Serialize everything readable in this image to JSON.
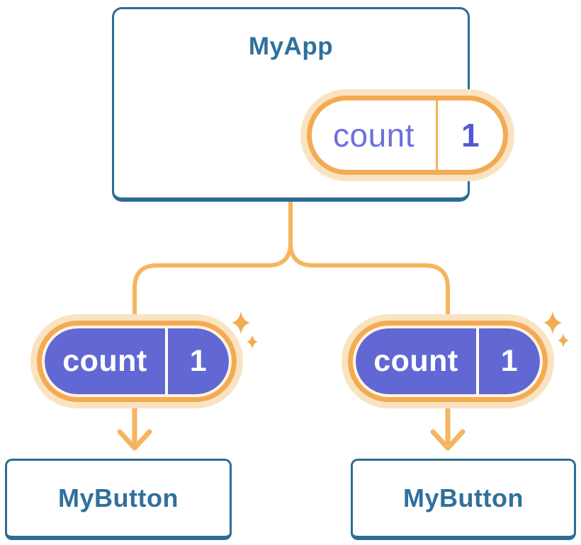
{
  "root": {
    "name": "MyApp",
    "state": {
      "label": "count",
      "value": "1"
    }
  },
  "children": [
    {
      "name": "MyButton",
      "state": {
        "label": "count",
        "value": "1"
      }
    },
    {
      "name": "MyButton",
      "state": {
        "label": "count",
        "value": "1"
      }
    }
  ],
  "icons": {
    "sparkle": "sparkle-icon",
    "arrow": "arrow-down-icon"
  },
  "colors": {
    "background": "#ffffff",
    "card_border_blue": "#2d6c96",
    "label_blue": "#2f709d",
    "connector_orange": "#f5b55f",
    "pill_ring_orange": "#f3ab53",
    "pill_halo_peach": "#fae3c1",
    "pill_inner_cream": "#fff4e0",
    "state_purple_fill": "#6168d4",
    "state_label_purple": "#6b70dc",
    "state_value_purple": "#5157d8",
    "sparkle_orange": "#f2ac52"
  }
}
